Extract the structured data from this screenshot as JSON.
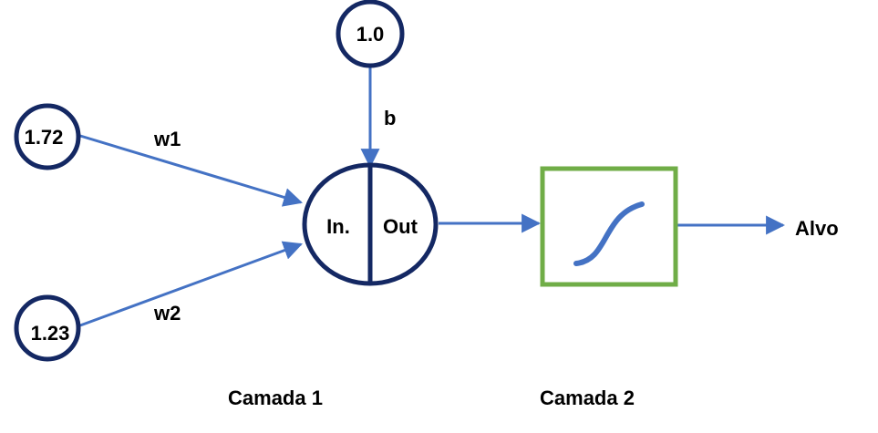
{
  "nodes": {
    "bias_input": "1.0",
    "input_1": "1.72",
    "input_2": "1.23"
  },
  "edges": {
    "bias_label": "b",
    "weight_1_label": "w1",
    "weight_2_label": "w2"
  },
  "neuron": {
    "input_label": "In.",
    "output_label": "Out"
  },
  "output": {
    "label": "Alvo"
  },
  "layers": {
    "layer_1": "Camada 1",
    "layer_2": "Camada 2"
  },
  "colors": {
    "node_stroke": "#142863",
    "arrow": "#4472c4",
    "activation_box": "#70ad47",
    "sigmoid_curve": "#4472c4"
  }
}
